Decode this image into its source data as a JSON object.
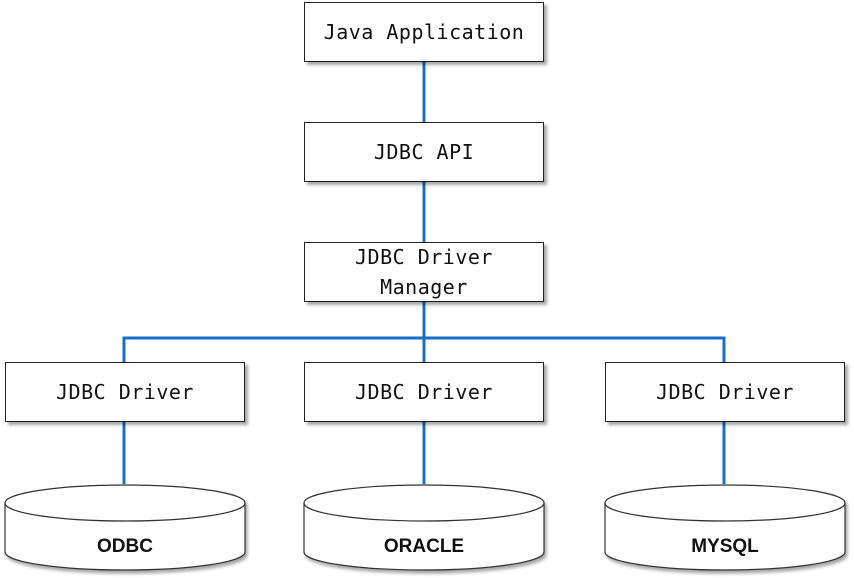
{
  "nodes": {
    "java_application": "Java Application",
    "jdbc_api": "JDBC API",
    "jdbc_driver_manager": "JDBC Driver Manager",
    "drivers": [
      "JDBC Driver",
      "JDBC Driver",
      "JDBC Driver"
    ]
  },
  "databases": [
    "ODBC",
    "ORACLE",
    "MYSQL"
  ],
  "colors": {
    "connector": "#1a6fc4",
    "box_border": "#222222",
    "cylinder_border": "#333333"
  }
}
